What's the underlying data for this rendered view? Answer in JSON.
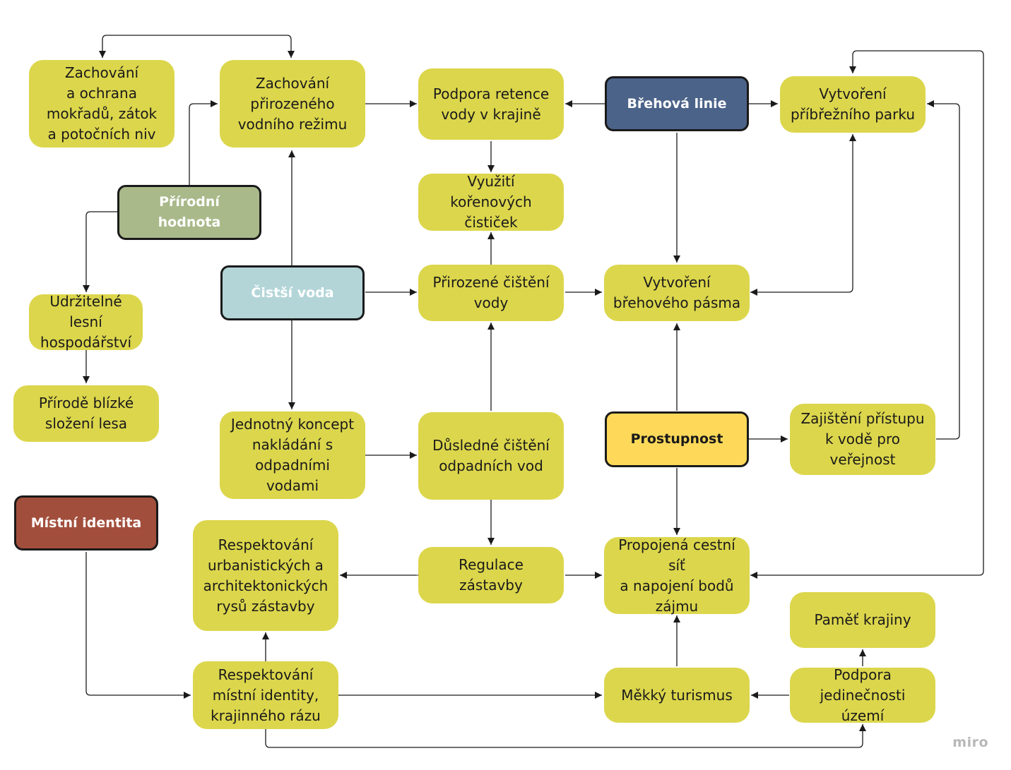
{
  "colors": {
    "sub_node": "#dcd64c",
    "prirodni_hodnota": "#a9b98a",
    "cistsi_voda": "#b3d5d8",
    "brehova_linie": "#4c6389",
    "prostupnost": "#fed959",
    "mistni_identita": "#a24e3c",
    "edge": "#1a1a1a"
  },
  "nodes": {
    "zachovani_mokradu": "Zachování\na ochrana\nmokřadů, zátok\na potočních niv",
    "zachovani_rezimu": "Zachování\npřirozeného\nvodního režimu",
    "podpora_retence": "Podpora retence\nvody v krajině",
    "brehova_linie": "Břehová linie",
    "vytvoreni_parku": "Vytvoření\npříbřežního parku",
    "prirodni_hodnota": "Přírodní hodnota",
    "vyuziti_korenovych": "Využití kořenových\nčističek",
    "cistsi_voda": "Čistší voda",
    "prirozene_cisteni": "Přirozené čištění\nvody",
    "vytvoreni_pasma": "Vytvoření\nbřehového pásma",
    "udrzitelne_lesni": "Udržitelné lesní\nhospodářství",
    "prirode_blizke": "Přírodě blízké\nsložení lesa",
    "jednotny_koncept": "Jednotný koncept\nnakládání s\nodpadními vodami",
    "dusledne_cisteni": "Důsledné čištění\nodpadních vod",
    "prostupnost": "Prostupnost",
    "zajisteni_pristupu": "Zajištění přístupu\nk vodě pro\nveřejnost",
    "mistni_identita": "Místní identita",
    "respektovani_urban": "Respektování\nurbanistických a\narchitektonických\nrysů zástavby",
    "regulace_zastavby": "Regulace zástavby",
    "propojena_sit": "Propojená cestní síť\na napojení bodů\nzájmu",
    "pamet_krajiny": "Paměť krajiny",
    "respektovani_identity": "Respektování\nmístní identity,\nkrajinného rázu",
    "mekky_turismus": "Měkký turismus",
    "podpora_jedinecnosti": "Podpora\njedinečnosti území"
  },
  "watermark": "miro"
}
